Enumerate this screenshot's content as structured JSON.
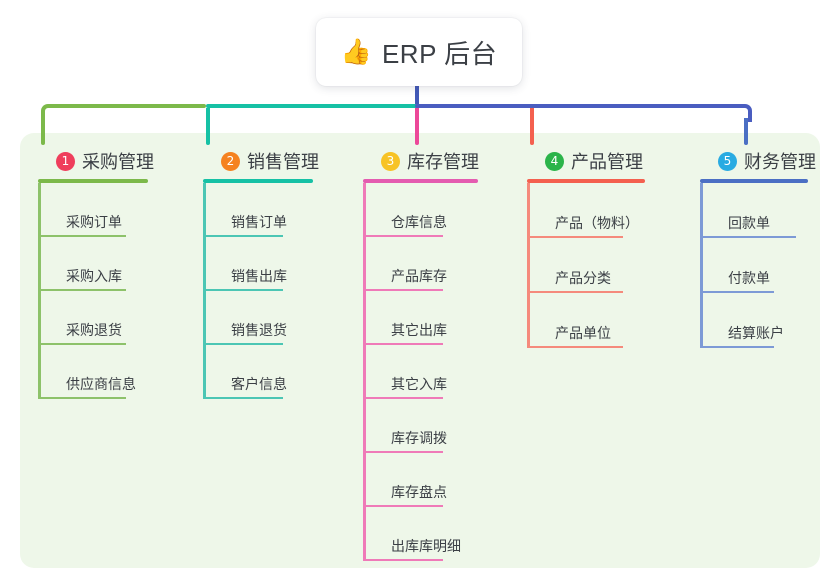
{
  "root": {
    "emoji": "👍",
    "emoji_name": "thumbs-up-icon",
    "title": "ERP 后台"
  },
  "palette": {
    "panel_bg": "#eef7e9",
    "page_bg": "#ffffff",
    "text": "#3b3f45",
    "rail_left": "#7cb94a",
    "rail_mid": "#16c1a5",
    "rail_right": "#4a5dc0",
    "stem": "#4259b8"
  },
  "connectors": {
    "stem_color": "#4259b8",
    "rail_segments": [
      {
        "name": "rail-green",
        "color": "#7cb94a"
      },
      {
        "name": "rail-teal",
        "color": "#16c1a5"
      },
      {
        "name": "rail-indigo",
        "color": "#4a5dc0"
      }
    ]
  },
  "columns": [
    {
      "number": "1",
      "label": "采购管理",
      "badge_color": "#ef3e5c",
      "rule_color": "#7cb94a",
      "leaf_color": "#8dc26a",
      "drop_color": "#7cb94a",
      "items": [
        {
          "label": "采购订单"
        },
        {
          "label": "采购入库"
        },
        {
          "label": "采购退货"
        },
        {
          "label": "供应商信息"
        }
      ]
    },
    {
      "number": "2",
      "label": "销售管理",
      "badge_color": "#f58220",
      "rule_color": "#16c1a5",
      "leaf_color": "#4cc6b4",
      "drop_color": "#16c1a5",
      "items": [
        {
          "label": "销售订单"
        },
        {
          "label": "销售出库"
        },
        {
          "label": "销售退货"
        },
        {
          "label": "客户信息"
        }
      ]
    },
    {
      "number": "3",
      "label": "库存管理",
      "badge_color": "#f7c325",
      "rule_color": "#e45cb0",
      "leaf_color": "#ef7ab8",
      "drop_color": "#ec4899",
      "items": [
        {
          "label": "仓库信息"
        },
        {
          "label": "产品库存"
        },
        {
          "label": "其它出库"
        },
        {
          "label": "其它入库"
        },
        {
          "label": "库存调拨"
        },
        {
          "label": "库存盘点"
        },
        {
          "label": "出库库明细"
        }
      ]
    },
    {
      "number": "4",
      "label": "产品管理",
      "badge_color": "#2bb44a",
      "rule_color": "#f4604f",
      "leaf_color": "#f58a7c",
      "drop_color": "#f4604f",
      "items": [
        {
          "label": "产品（物料）"
        },
        {
          "label": "产品分类"
        },
        {
          "label": "产品单位"
        }
      ]
    },
    {
      "number": "5",
      "label": "财务管理",
      "badge_color": "#29abe2",
      "rule_color": "#4b6fc4",
      "leaf_color": "#7d9ad6",
      "drop_color": "#4b6fc4",
      "items": [
        {
          "label": "回款单"
        },
        {
          "label": "付款单"
        },
        {
          "label": "结算账户"
        }
      ]
    }
  ]
}
